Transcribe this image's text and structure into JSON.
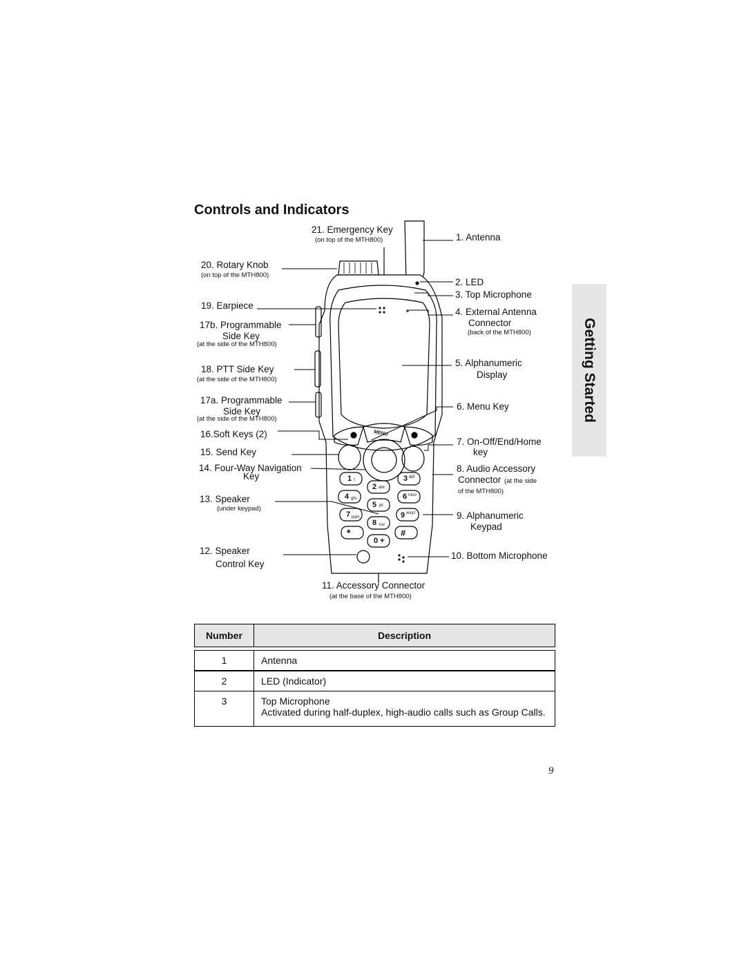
{
  "heading": "Controls and Indicators",
  "side_tab": "Getting Started",
  "callouts_left": {
    "c21": {
      "label": "21. Emergency Key",
      "note": "(on top of the MTH800)"
    },
    "c20": {
      "label": "20. Rotary Knob",
      "note": "(on top of the MTH800)"
    },
    "c19": {
      "label": "19. Earpiece"
    },
    "c17b": {
      "label": "17b. Programmable",
      "label2": "Side Key",
      "note": "(at the side of the MTH800)"
    },
    "c18": {
      "label": "18. PTT Side Key",
      "note": "(at the side of the MTH800)"
    },
    "c17a": {
      "label": "17a. Programmable",
      "label2": "Side Key",
      "note": "(at the side of the MTH800)"
    },
    "c16": {
      "label": "16.Soft Keys (2)"
    },
    "c15": {
      "label": "15. Send Key"
    },
    "c14": {
      "label": "14. Four-Way Navigation",
      "label2": "Key"
    },
    "c13": {
      "label": "13. Speaker",
      "note": "(under keypad)"
    },
    "c12": {
      "label": "12. Speaker",
      "label2": "Control Key"
    },
    "c11": {
      "label": "11. Accessory Connector",
      "note": "(at the base of the MTH800)"
    }
  },
  "callouts_right": {
    "c1": {
      "label": "1. Antenna"
    },
    "c2": {
      "label": "2. LED"
    },
    "c3": {
      "label": "3. Top Microphone"
    },
    "c4": {
      "label": "4. External Antenna",
      "label2": "Connector",
      "note": "(back of the MTH800)"
    },
    "c5": {
      "label": "5. Alphanumeric",
      "label2": "Display"
    },
    "c6": {
      "label": "6. Menu Key"
    },
    "c7": {
      "label": "7. On-Off/End/Home",
      "label2": "key"
    },
    "c8": {
      "label": "8. Audio Accessory",
      "label2": "Connector",
      "note_inline": "(at the side",
      "note": "of the MTH800)"
    },
    "c9": {
      "label": "9. Alphanumeric",
      "label2": "Keypad"
    },
    "c10": {
      "label": "10. Bottom Microphone"
    }
  },
  "phone_keys": {
    "menu": "MENU",
    "k1": "1",
    "k1s": "!",
    "k2": "2",
    "k2s": "abc",
    "k3": "3",
    "k3s": "def",
    "k4": "4",
    "k4s": "ghi",
    "k5": "5",
    "k5s": "jkl",
    "k6": "6",
    "k6s": "mno",
    "k7": "7",
    "k7s": "pqrs",
    "k8": "8",
    "k8s": "tuv",
    "k9": "9",
    "k9s": "wxyz",
    "k0": "0 +",
    "kstar": "*",
    "khash": "#"
  },
  "table": {
    "header_number": "Number",
    "header_description": "Description",
    "rows": [
      {
        "number": "1",
        "description": "Antenna"
      },
      {
        "number": "2",
        "description": "LED (Indicator)"
      },
      {
        "number": "3",
        "description": "Top Microphone",
        "detail": "Activated during half-duplex, high-audio calls such as Group Calls."
      }
    ]
  },
  "page_number": "9"
}
